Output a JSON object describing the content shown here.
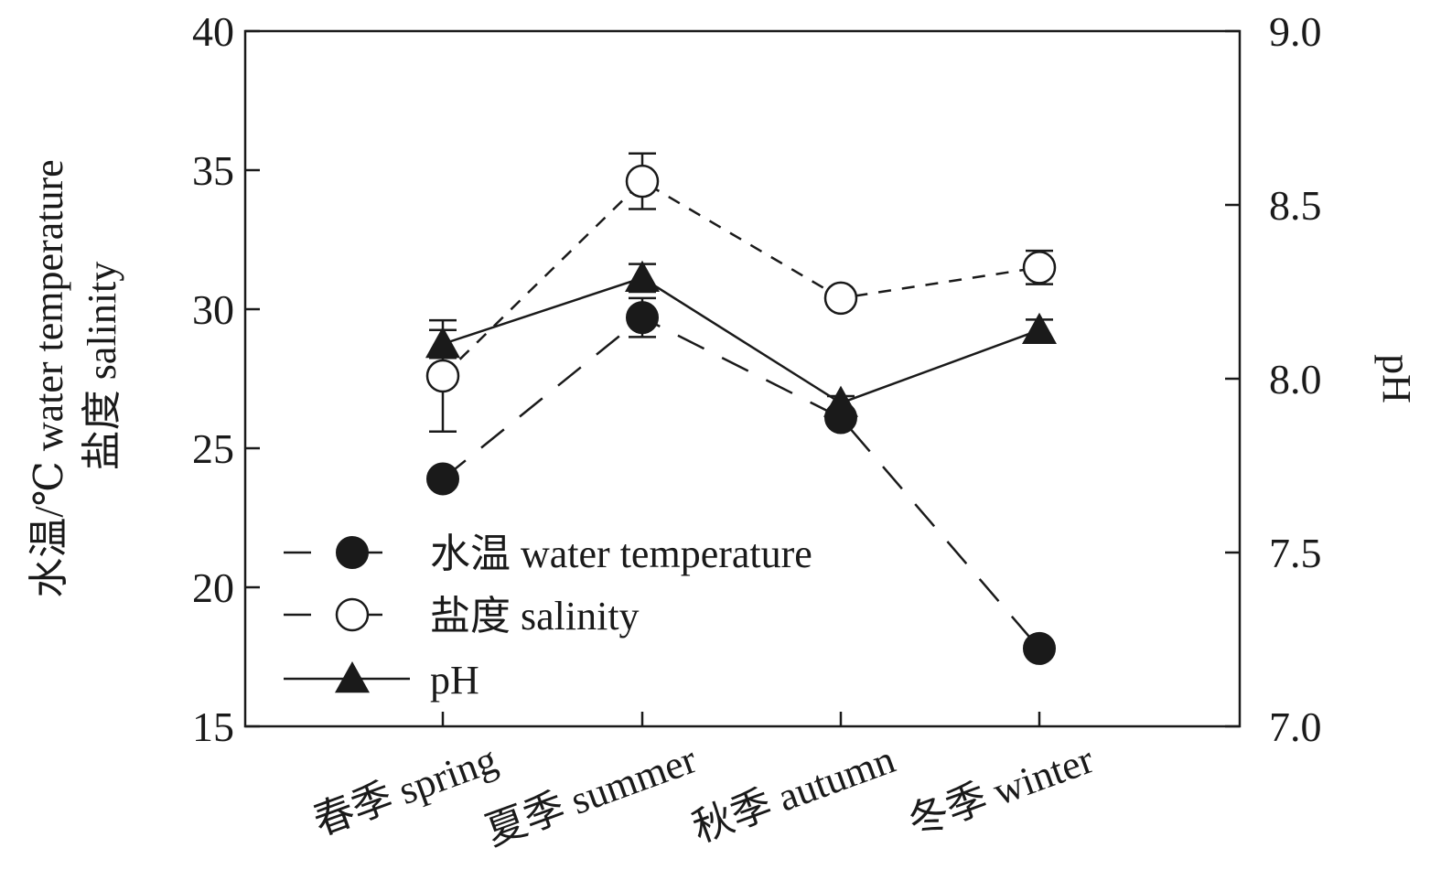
{
  "chart_data": {
    "type": "line",
    "categories": [
      "春季 spring",
      "夏季 summer",
      "秋季 autumn",
      "冬季 winter"
    ],
    "y_left": {
      "label_line1": "水温/℃ water temperature",
      "label_line2": "盐度 salinity",
      "ylim": [
        15,
        40
      ],
      "ticks": [
        "15",
        "20",
        "25",
        "30",
        "35",
        "40"
      ]
    },
    "y_right": {
      "label": "pH",
      "ylim": [
        7.0,
        9.0
      ],
      "ticks": [
        "7.0",
        "7.5",
        "8.0",
        "8.5",
        "9.0"
      ]
    },
    "series": [
      {
        "name": "水温 water temperature",
        "axis": "left",
        "marker": "filled-circle",
        "line": "long-dash",
        "values": [
          23.9,
          29.7,
          26.1,
          17.8
        ],
        "errors": [
          0.2,
          0.7,
          0.2,
          0.2
        ]
      },
      {
        "name": "盐度 salinity",
        "axis": "left",
        "marker": "open-circle",
        "line": "short-dash",
        "values": [
          27.6,
          34.6,
          30.4,
          31.5
        ],
        "errors": [
          2.0,
          1.0,
          0.3,
          0.6
        ]
      },
      {
        "name": "pH",
        "axis": "right",
        "marker": "filled-triangle",
        "line": "solid",
        "values": [
          8.1,
          8.29,
          7.93,
          8.14
        ],
        "errors": [
          0.04,
          0.04,
          0.02,
          0.03
        ]
      }
    ],
    "legend_position": "bottom-left",
    "grid": false
  }
}
